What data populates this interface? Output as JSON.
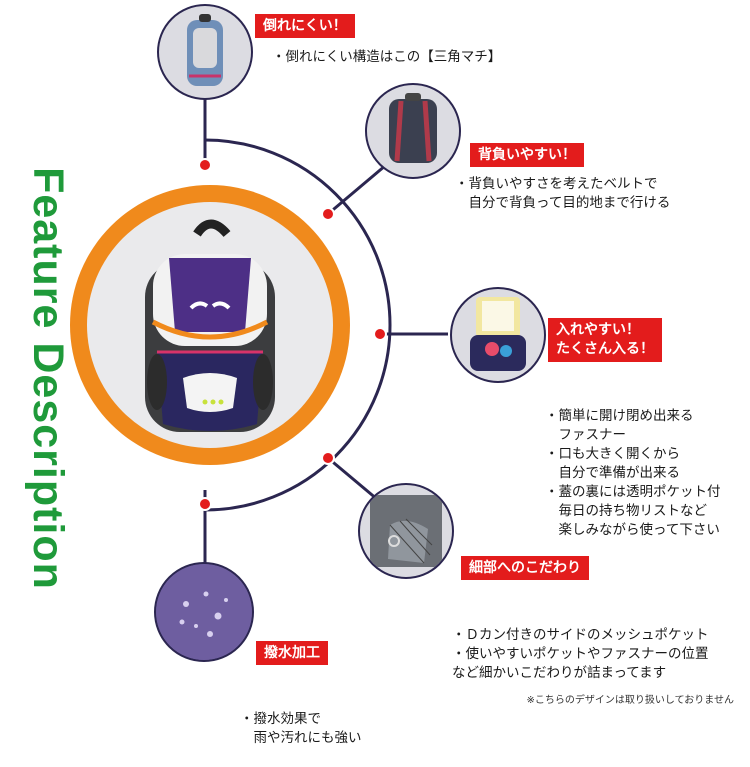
{
  "side_title": "Feature Description",
  "features": [
    {
      "label": "倒れにくい！",
      "lines": [
        "・倒れにくい構造はこの【三角マチ】"
      ]
    },
    {
      "label": "背負いやすい！",
      "lines": [
        "・背負いやすさを考えたベルトで",
        "　自分で背負って目的地まで行ける"
      ]
    },
    {
      "label_lines": [
        "入れやすい！",
        "たくさん入る！"
      ],
      "lines": [
        "・簡単に開け閉め出来る",
        "　ファスナー",
        "・口も大きく開くから",
        "　自分で準備が出来る",
        "・蓋の裏には透明ポケット付",
        "　毎日の持ち物リストなど",
        "　楽しみながら使って下さい"
      ]
    },
    {
      "label": "細部へのこだわり",
      "lines": [
        "・Ｄカン付きのサイドのメッシュポケット",
        "・使いやすいポケットやファスナーの位置",
        "など細かいこだわりが詰まってます"
      ]
    },
    {
      "label": "撥水加工",
      "lines": [
        "・撥水効果で",
        "　雨や汚れにも強い"
      ]
    }
  ],
  "note": "※こちらのデザインは取り扱いしておりません",
  "colors": {
    "accent_red": "#e31c1c",
    "hub_orange": "#f08a1c",
    "title_green": "#1f9a3a",
    "line_navy": "#2b2650"
  }
}
